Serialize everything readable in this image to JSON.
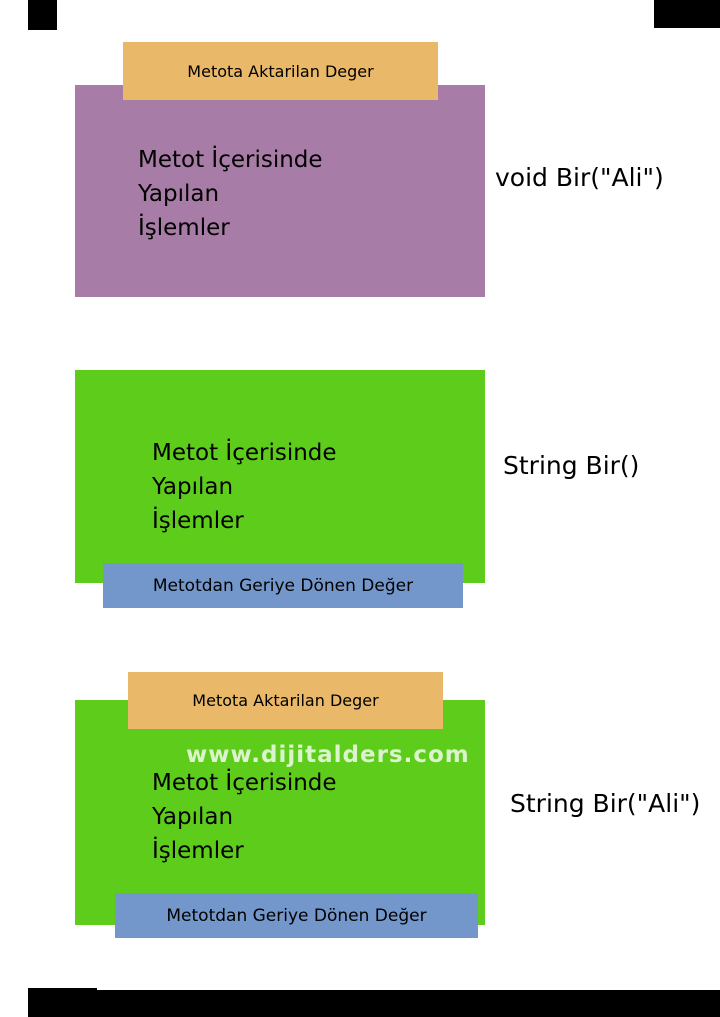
{
  "page": {
    "background": "#ffffff"
  },
  "colors": {
    "purple_body": "#a77ca6",
    "green_body": "#5ecc1b",
    "orange_label": "#e9b868",
    "blue_label": "#7397cb",
    "border_mark": "#000000",
    "text": "#000000",
    "watermark_text": "#ffffff"
  },
  "watermark": "www.dijitalders.com",
  "blocks": [
    {
      "top_label": "Metota Aktarilan Deger",
      "body_text": "Metot İçerisinde\nYapılan\nİşlemler",
      "signature": "void Bir(\"Ali\")"
    },
    {
      "body_text": "Metot İçerisinde\nYapılan\nİşlemler",
      "bottom_label": "Metotdan Geriye Dönen Değer",
      "signature": "String Bir()"
    },
    {
      "top_label": "Metota Aktarilan Deger",
      "body_text": "Metot İçerisinde\nYapılan\nİşlemler",
      "bottom_label": "Metotdan Geriye Dönen Değer",
      "signature": "String Bir(\"Ali\")"
    }
  ]
}
